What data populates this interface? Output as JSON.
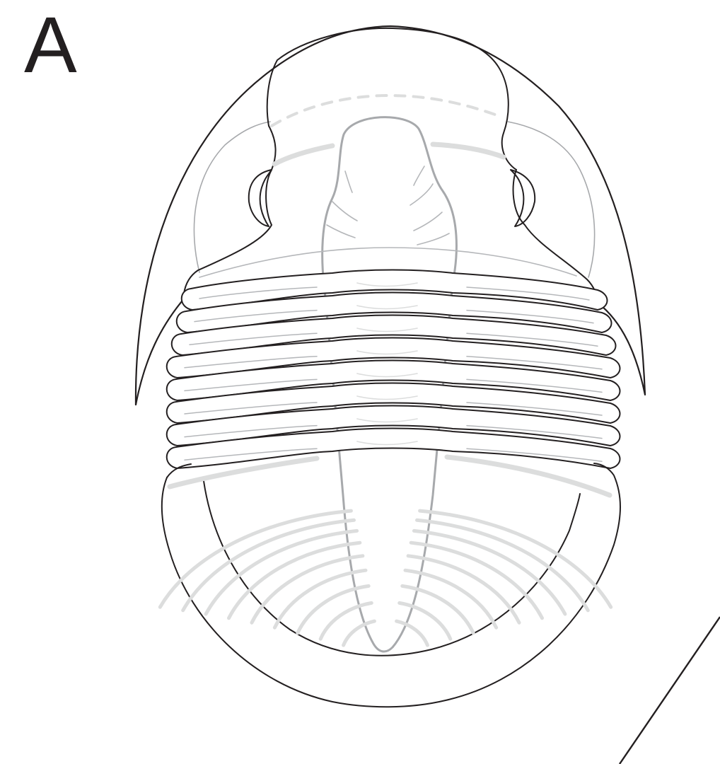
{
  "figure": {
    "panel_label": "A",
    "subject": "trilobite",
    "colors": {
      "outline": "#231f20",
      "axis": "#a7a9ac",
      "internal": "#b5b7ba",
      "faint": "#dcdddd",
      "background": "#ffffff"
    },
    "thoracic_segments": 8,
    "pygidial_ribs": 9
  }
}
